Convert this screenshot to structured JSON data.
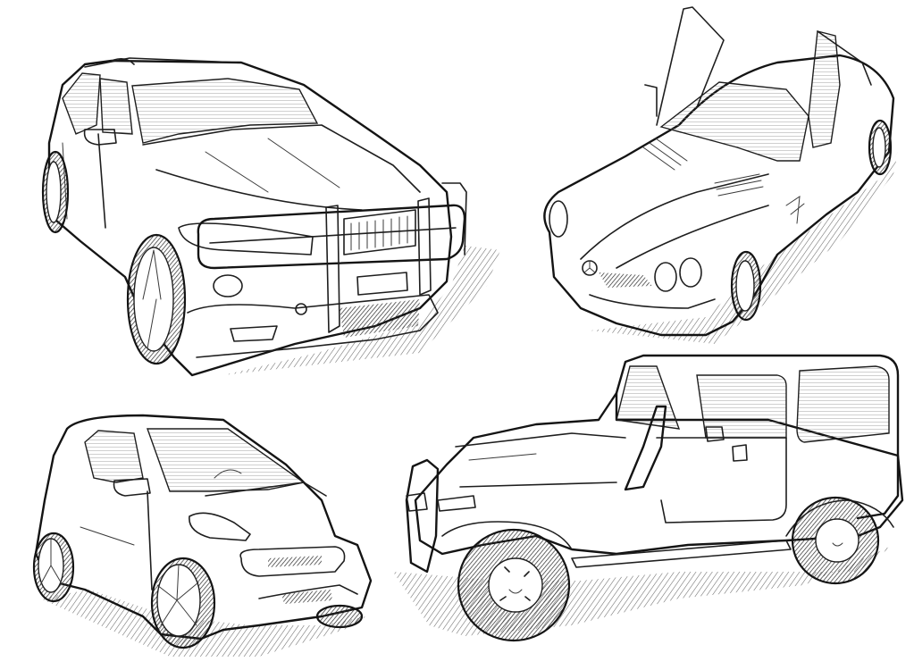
{
  "artwork": {
    "title": "",
    "style": "pencil sketch, black and white",
    "background_color": "#ffffff",
    "ink_color": "#1e1e1e",
    "subjects": [
      {
        "id": "suv",
        "label": "SUV with front bull bar (push guard)",
        "position": "top-left"
      },
      {
        "id": "sports-car",
        "label": "Sports car with gullwing doors open",
        "position": "top-right"
      },
      {
        "id": "microcar",
        "label": "Two-seat city microcar",
        "position": "bottom-left"
      },
      {
        "id": "jeep",
        "label": "Off-road jeep with hardtop and snorkel",
        "position": "bottom-right"
      }
    ]
  }
}
